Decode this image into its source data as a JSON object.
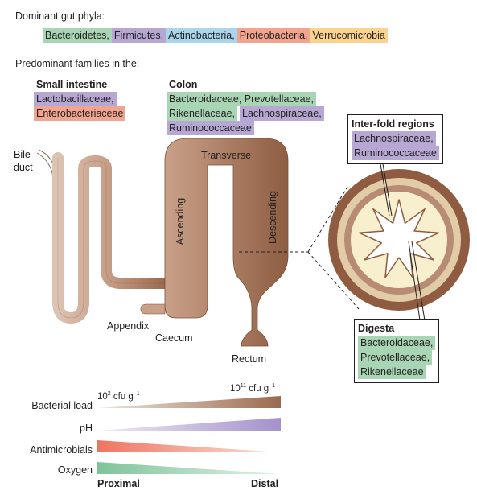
{
  "colors": {
    "bacteroidetes": "#a8d5b3",
    "firmicutes": "#b7a7d3",
    "actinobacteria": "#a9d6ec",
    "proteobacteria": "#f2a58e",
    "verrucomicrobia": "#fbd38f",
    "gut_light": "#dcc3b2",
    "gut_dark": "#9b6a4e",
    "antimicrobials": "#ed7560",
    "oxygen": "#7fc39a"
  },
  "phyla": {
    "heading": "Dominant gut phyla:",
    "items": [
      {
        "label": "Bacteroidetes,",
        "color": "#a8d5b3"
      },
      {
        "label": "Firmicutes,",
        "color": "#b7a7d3"
      },
      {
        "label": "Actinobacteria,",
        "color": "#a9d6ec"
      },
      {
        "label": "Proteobacteria,",
        "color": "#f2a58e"
      },
      {
        "label": "Verrucomicrobia",
        "color": "#fbd38f"
      }
    ]
  },
  "families_heading": "Predominant families in the:",
  "small_intestine": {
    "title": "Small intestine",
    "lines": [
      {
        "text": "Lactobacillaceae,",
        "color": "#b7a7d3"
      },
      {
        "text": "Enterobacteriaceae",
        "color": "#f2a58e"
      }
    ]
  },
  "colon": {
    "title": "Colon",
    "line1": "Bacteroidaceae, Prevotellaceae,",
    "line2a": "Rikenellaceae,",
    "line2b": "Lachnospiraceae,",
    "line3": "Ruminococcaceae"
  },
  "inter_fold": {
    "title": "Inter-fold regions",
    "line1": "Lachnospiraceae,",
    "line2": "Ruminococcaceae"
  },
  "digesta": {
    "title": "Digesta",
    "line1": "Bacteroidaceae,",
    "line2": "Prevotellaceae,",
    "line3": "Rikenellaceae"
  },
  "anatomy": {
    "bile_duct_1": "Bile",
    "bile_duct_2": "duct",
    "transverse": "Transverse",
    "ascending": "Ascending",
    "descending": "Descending",
    "appendix": "Appendix",
    "caecum": "Caecum",
    "rectum": "Rectum"
  },
  "gradients": {
    "low_load_base": "10",
    "low_load_exp": "2",
    "low_load_unit": " cfu g",
    "high_load_base": "10",
    "high_load_exp": "11",
    "high_load_unit": " cfu g",
    "unit_exp": "–1",
    "rows": [
      {
        "label": "Bacterial load",
        "trend": "increasing",
        "color": "#9b6a4e"
      },
      {
        "label": "pH",
        "trend": "increasing",
        "color": "#b7a7d3"
      },
      {
        "label": "Antimicrobials",
        "trend": "decreasing",
        "color": "#ed7560"
      },
      {
        "label": "Oxygen",
        "trend": "decreasing",
        "color": "#7fc39a"
      }
    ],
    "proximal": "Proximal",
    "distal": "Distal"
  }
}
